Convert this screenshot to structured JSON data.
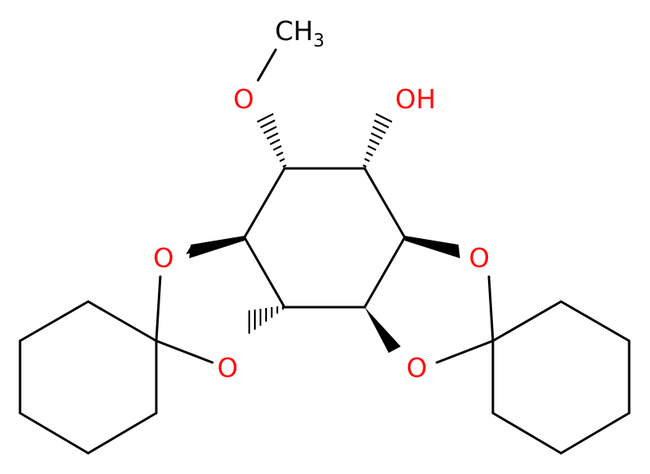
{
  "molecule": {
    "atoms": {
      "methoxy_o": {
        "symbol": "O"
      },
      "methyl_c": {
        "symbol": "C",
        "hydrogens": "H",
        "count": "3"
      },
      "hydroxyl_o": {
        "symbol": "O",
        "hydrogens": "H",
        "display": "OH"
      },
      "dioxolane_left_o_upper": {
        "symbol": "O"
      },
      "dioxolane_left_o_lower": {
        "symbol": "O"
      },
      "dioxolane_right_o_upper": {
        "symbol": "O"
      },
      "dioxolane_right_o_lower": {
        "symbol": "O"
      }
    },
    "colors": {
      "oxygen": "#ff0d0d",
      "carbon": "#000000",
      "background": "#ffffff"
    }
  }
}
